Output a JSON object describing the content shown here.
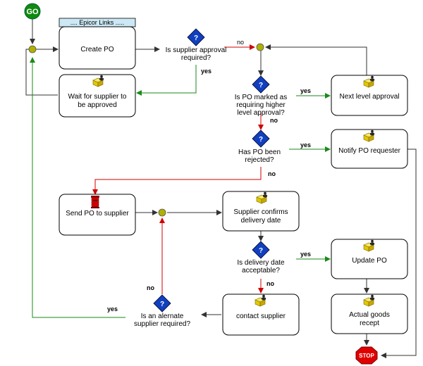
{
  "start": {
    "label": "GO"
  },
  "end": {
    "label": "STOP"
  },
  "group": {
    "label": ".... Epicor Links ....."
  },
  "tasks": {
    "create_po": "Create PO",
    "wait_supplier": [
      "Wait for supplier to",
      "be approved"
    ],
    "next_level": "Next level approval",
    "notify_requester": "Notify PO requester",
    "send_po": "Send PO to supplier",
    "supplier_confirms": [
      "Supplier confirms",
      "delivery date"
    ],
    "update_po": "Update PO",
    "contact_supplier": "contact supplier",
    "actual_receipt": [
      "Actual goods",
      "recept"
    ]
  },
  "decisions": {
    "supplier_approval": [
      "Is supplier approval",
      "required?"
    ],
    "higher_level": [
      "Is PO marked as",
      "requiring higher",
      "level approval?"
    ],
    "rejected": [
      "Has PO been",
      "rejected?"
    ],
    "delivery_acceptable": [
      "Is delivery date",
      "acceptable?"
    ],
    "alternate_supplier": [
      "Is an alernate",
      "supplier required?"
    ]
  },
  "edge_labels": {
    "approval_no": "no",
    "approval_yes": "yes",
    "higher_yes": "yes",
    "higher_no": "no",
    "rejected_yes": "yes",
    "rejected_no": "no",
    "delivery_yes": "yes",
    "delivery_no": "no",
    "alternate_no": "no",
    "alternate_yes": "yes"
  },
  "colors": {
    "box_fill": "#ffffff",
    "box_stroke": "#000000",
    "group_fill": "#cce8f4",
    "go_fill": "#108a10",
    "stop_fill": "#e00000",
    "junction_fill": "#a0a000",
    "diamond_fill": "#1040c0",
    "yes_edge": "#1a8a1a",
    "no_edge": "#d00000",
    "plain_edge": "#333333",
    "task_icon_fill": "#e8d000",
    "mailbox_fill": "#d00000"
  }
}
